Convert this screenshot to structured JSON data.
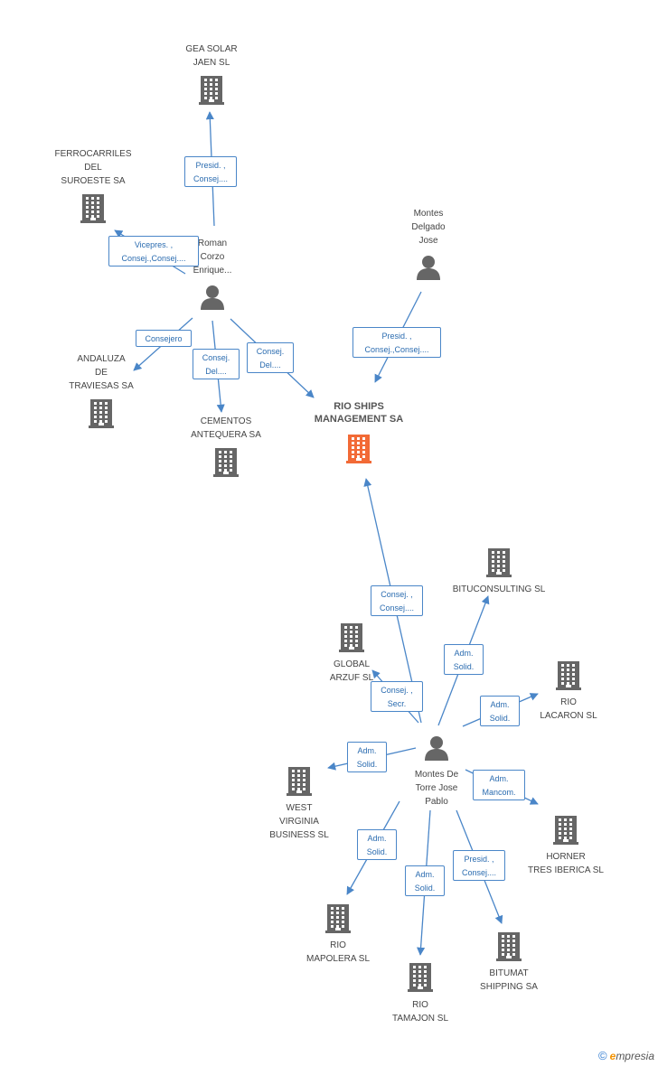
{
  "nodes": [
    {
      "id": "gea",
      "type": "company",
      "label": [
        "GEA SOLAR",
        "JAEN SL"
      ],
      "highlight": false
    },
    {
      "id": "ferro",
      "type": "company",
      "label": [
        "FERROCARRILES",
        "DEL",
        "SUROESTE SA"
      ],
      "highlight": false
    },
    {
      "id": "roman",
      "type": "person",
      "label": [
        "Roman",
        "Corzo",
        "Enrique..."
      ],
      "highlight": false
    },
    {
      "id": "montes_delgado",
      "type": "person",
      "label": [
        "Montes",
        "Delgado",
        "Jose"
      ],
      "highlight": false
    },
    {
      "id": "andaluza",
      "type": "company",
      "label": [
        "ANDALUZA",
        "DE",
        "TRAVIESAS SA"
      ],
      "highlight": false
    },
    {
      "id": "cementos",
      "type": "company",
      "label": [
        "CEMENTOS",
        "ANTEQUERA SA"
      ],
      "highlight": false
    },
    {
      "id": "rio_ships",
      "type": "company",
      "label": [
        "RIO SHIPS",
        "MANAGEMENT SA"
      ],
      "highlight": true
    },
    {
      "id": "bitu",
      "type": "company",
      "label": [
        "BITUCONSULTING SL"
      ],
      "highlight": false
    },
    {
      "id": "global",
      "type": "company",
      "label": [
        "GLOBAL",
        "ARZUF SL"
      ],
      "highlight": false
    },
    {
      "id": "rio_lacaron",
      "type": "company",
      "label": [
        "RIO",
        "LACARON SL"
      ],
      "highlight": false
    },
    {
      "id": "montes_torre",
      "type": "person",
      "label": [
        "Montes De",
        "Torre Jose",
        "Pablo"
      ],
      "highlight": false
    },
    {
      "id": "west",
      "type": "company",
      "label": [
        "WEST",
        "VIRGINIA",
        "BUSINESS SL"
      ],
      "highlight": false
    },
    {
      "id": "horner",
      "type": "company",
      "label": [
        "HORNER",
        "TRES IBERICA SL"
      ],
      "highlight": false
    },
    {
      "id": "rio_mapolera",
      "type": "company",
      "label": [
        "RIO",
        "MAPOLERA SL"
      ],
      "highlight": false
    },
    {
      "id": "bitumat",
      "type": "company",
      "label": [
        "BITUMAT",
        "SHIPPING SA"
      ],
      "highlight": false
    },
    {
      "id": "rio_tamajon",
      "type": "company",
      "label": [
        "RIO",
        "TAMAJON SL"
      ],
      "highlight": false
    }
  ],
  "edges": [
    {
      "from": "roman",
      "to": "gea",
      "label": [
        "Presid. ,",
        "Consej...."
      ]
    },
    {
      "from": "roman",
      "to": "ferro",
      "label": [
        "Vicepres. ,",
        "Consej.,Consej...."
      ]
    },
    {
      "from": "roman",
      "to": "andaluza",
      "label": [
        "Consejero"
      ]
    },
    {
      "from": "roman",
      "to": "cementos",
      "label": [
        "Consej.",
        "Del...."
      ]
    },
    {
      "from": "roman",
      "to": "rio_ships",
      "label": [
        "Consej.",
        "Del...."
      ]
    },
    {
      "from": "montes_delgado",
      "to": "rio_ships",
      "label": [
        "Presid. ,",
        "Consej.,Consej...."
      ]
    },
    {
      "from": "montes_torre",
      "to": "rio_ships",
      "label": [
        "Consej. ,",
        "Consej...."
      ]
    },
    {
      "from": "montes_torre",
      "to": "bitu",
      "label": [
        "Adm.",
        "Solid."
      ]
    },
    {
      "from": "montes_torre",
      "to": "global",
      "label": [
        "Consej. ,",
        "Secr."
      ]
    },
    {
      "from": "montes_torre",
      "to": "rio_lacaron",
      "label": [
        "Adm.",
        "Solid."
      ]
    },
    {
      "from": "montes_torre",
      "to": "west",
      "label": [
        "Adm.",
        "Solid."
      ]
    },
    {
      "from": "montes_torre",
      "to": "horner",
      "label": [
        "Adm.",
        "Mancom."
      ]
    },
    {
      "from": "montes_torre",
      "to": "rio_mapolera",
      "label": [
        "Adm.",
        "Solid."
      ]
    },
    {
      "from": "montes_torre",
      "to": "bitumat",
      "label": [
        "Presid. ,",
        "Consej...."
      ]
    },
    {
      "from": "montes_torre",
      "to": "rio_tamajon",
      "label": [
        "Adm.",
        "Solid."
      ]
    }
  ],
  "colors": {
    "company": "#666666",
    "highlight": "#f26a36",
    "person": "#666666",
    "edge": "#4a86c8"
  },
  "credit": {
    "copyright": "©",
    "brand_initial": "e",
    "brand_rest": "mpresia"
  }
}
